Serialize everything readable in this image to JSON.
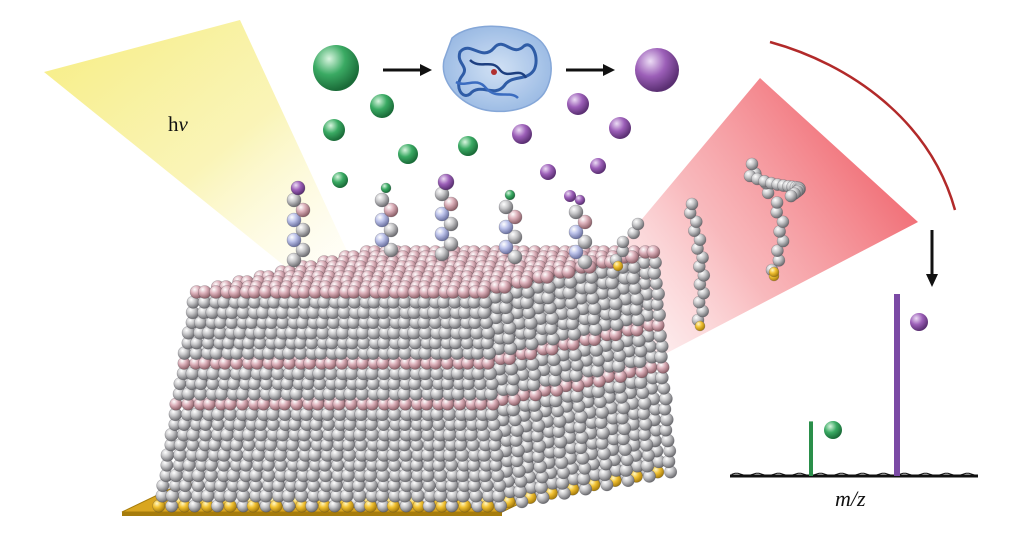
{
  "labels": {
    "light": "hν",
    "light_symbol": "h",
    "light_nu": "ν",
    "axis": "m/z"
  },
  "colors": {
    "substrate": "#d9a620",
    "substrate_edge": "#a67c0c",
    "gold_atom": "#f2c233",
    "carbon": "#c8c8ca",
    "oxygen": "#d9aab4",
    "nitrogen": "#b9bfe6",
    "light_beam": "#f6ec7a",
    "laser_beam": "#ef5a63",
    "reactant": "#3aaa63",
    "product": "#9c5fb8",
    "enzyme": "#2f5ca6",
    "arc": "#b22a2a",
    "spectrum_reactant": "#2a8f4a",
    "spectrum_product": "#7b4aa5",
    "baseline": "#111111"
  },
  "icons": {
    "reactant": "green-sphere",
    "product": "purple-sphere",
    "enzyme": "protein-ribbon",
    "reaction_arrow": "right-arrow",
    "flow_arrow": "down-arrow"
  },
  "spectrum": {
    "peaks": [
      {
        "species": "reactant",
        "relative_intensity": 0.3
      },
      {
        "species": "product",
        "relative_intensity": 1.0
      }
    ]
  }
}
